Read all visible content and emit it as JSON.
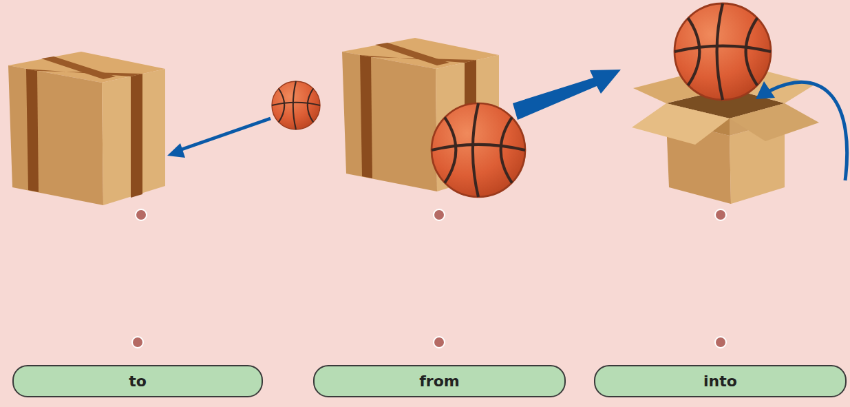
{
  "diagram": {
    "nodes": [
      {
        "text": [
          "to"
        ]
      },
      {
        "text": [
          "from"
        ]
      },
      {
        "text": [
          "into"
        ]
      }
    ]
  }
}
